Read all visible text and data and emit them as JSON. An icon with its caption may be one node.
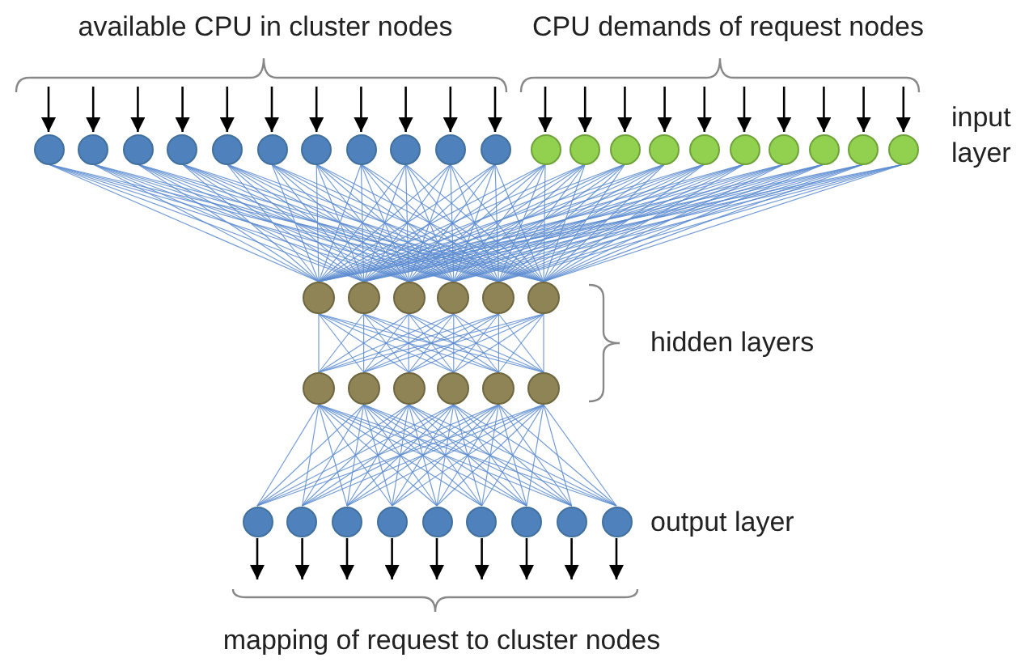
{
  "diagram": {
    "nodes": [
      {
        "text": [],
        "shape": "circle"
      },
      {
        "text": [],
        "shape": "circle"
      },
      {
        "text": [],
        "shape": "circle"
      },
      {
        "text": [],
        "shape": "circle"
      },
      {
        "text": [],
        "shape": "circle"
      },
      {
        "text": [],
        "shape": "circle"
      },
      {
        "text": [],
        "shape": "circle"
      },
      {
        "text": [],
        "shape": "circle"
      },
      {
        "text": [],
        "shape": "circle"
      },
      {
        "text": [],
        "shape": "circle"
      },
      {
        "text": [],
        "shape": "circle"
      },
      {
        "text": [],
        "shape": "circle"
      },
      {
        "text": [],
        "shape": "circle"
      },
      {
        "text": [],
        "shape": "circle"
      },
      {
        "text": [],
        "shape": "circle"
      },
      {
        "text": [],
        "shape": "circle"
      },
      {
        "text": [],
        "shape": "circle"
      },
      {
        "text": [],
        "shape": "circle"
      },
      {
        "text": [],
        "shape": "circle"
      },
      {
        "text": [],
        "shape": "circle"
      },
      {
        "text": [],
        "shape": "circle"
      },
      {
        "text": [],
        "shape": "circle"
      },
      {
        "text": [],
        "shape": "circle"
      },
      {
        "text": [],
        "shape": "circle"
      },
      {
        "text": [],
        "shape": "circle"
      },
      {
        "text": [],
        "shape": "circle"
      },
      {
        "text": [],
        "shape": "circle"
      },
      {
        "text": [],
        "shape": "circle"
      },
      {
        "text": [],
        "shape": "circle"
      },
      {
        "text": [],
        "shape": "circle"
      },
      {
        "text": [],
        "shape": "circle"
      },
      {
        "text": [],
        "shape": "circle"
      },
      {
        "text": [],
        "shape": "circle"
      },
      {
        "text": [],
        "shape": "circle"
      },
      {
        "text": [],
        "shape": "circle"
      },
      {
        "text": [],
        "shape": "circle"
      },
      {
        "text": [],
        "shape": "circle"
      },
      {
        "text": [],
        "shape": "circle"
      },
      {
        "text": [],
        "shape": "circle"
      },
      {
        "text": [],
        "shape": "circle"
      },
      {
        "text": [],
        "shape": "circle"
      },
      {
        "text": [],
        "shape": "circle"
      },
      {
        "text": [
          "mapping of request to cluster nodes"
        ]
      }
    ],
    "edges": [
      {
        "from": null,
        "to": 0,
        "arrow": "to",
        "color": "#000000"
      },
      {
        "from": null,
        "to": 1,
        "arrow": "to",
        "color": "#000000"
      },
      {
        "from": null,
        "to": 2,
        "arrow": "to",
        "color": "#000000"
      },
      {
        "from": null,
        "to": 3,
        "arrow": "to",
        "color": "#000000"
      },
      {
        "from": null,
        "to": 4,
        "arrow": "to",
        "color": "#000000"
      },
      {
        "from": null,
        "to": 5,
        "arrow": "to",
        "color": "#000000"
      },
      {
        "from": null,
        "to": 6,
        "arrow": "to",
        "color": "#000000"
      },
      {
        "from": null,
        "to": 7,
        "arrow": "to",
        "color": "#000000"
      },
      {
        "from": null,
        "to": 8,
        "arrow": "to",
        "color": "#000000"
      },
      {
        "from": null,
        "to": 9,
        "arrow": "to",
        "color": "#000000"
      },
      {
        "from": null,
        "to": 10,
        "arrow": "to",
        "color": "#000000"
      },
      {
        "from": null,
        "to": 11,
        "arrow": "to",
        "color": "#000000"
      },
      {
        "from": null,
        "to": 12,
        "arrow": "to",
        "color": "#000000"
      },
      {
        "from": null,
        "to": 13,
        "arrow": "to",
        "color": "#000000"
      },
      {
        "from": null,
        "to": 14,
        "arrow": "to",
        "color": "#000000"
      },
      {
        "from": null,
        "to": 15,
        "arrow": "to",
        "color": "#000000"
      },
      {
        "from": null,
        "to": 16,
        "arrow": "to",
        "color": "#000000"
      },
      {
        "from": null,
        "to": 17,
        "arrow": "to",
        "color": "#000000"
      },
      {
        "from": null,
        "to": 18,
        "arrow": "to",
        "color": "#000000"
      },
      {
        "from": null,
        "to": 19,
        "arrow": "to",
        "color": "#000000"
      },
      {
        "from": null,
        "to": 20,
        "arrow": "to",
        "color": "#000000"
      },
      {
        "from": 0,
        "to": 21,
        "arrow": "none"
      },
      {
        "from": 0,
        "to": 22,
        "arrow": "none"
      },
      {
        "from": 0,
        "to": 23,
        "arrow": "none"
      },
      {
        "from": 0,
        "to": 24,
        "arrow": "none"
      },
      {
        "from": 0,
        "to": 25,
        "arrow": "none"
      },
      {
        "from": 0,
        "to": 26,
        "arrow": "none"
      },
      {
        "from": 1,
        "to": 21,
        "arrow": "none"
      },
      {
        "from": 1,
        "to": 22,
        "arrow": "none"
      },
      {
        "from": 1,
        "to": 23,
        "arrow": "none"
      },
      {
        "from": 1,
        "to": 24,
        "arrow": "none"
      },
      {
        "from": 1,
        "to": 25,
        "arrow": "none"
      },
      {
        "from": 1,
        "to": 26,
        "arrow": "none"
      },
      {
        "from": 2,
        "to": 21,
        "arrow": "none"
      },
      {
        "from": 2,
        "to": 22,
        "arrow": "none"
      },
      {
        "from": 2,
        "to": 23,
        "arrow": "none"
      },
      {
        "from": 2,
        "to": 24,
        "arrow": "none"
      },
      {
        "from": 2,
        "to": 25,
        "arrow": "none"
      },
      {
        "from": 2,
        "to": 26,
        "arrow": "none"
      },
      {
        "from": 3,
        "to": 21,
        "arrow": "none"
      },
      {
        "from": 3,
        "to": 22,
        "arrow": "none"
      },
      {
        "from": 3,
        "to": 23,
        "arrow": "none"
      },
      {
        "from": 3,
        "to": 24,
        "arrow": "none"
      },
      {
        "from": 3,
        "to": 25,
        "arrow": "none"
      },
      {
        "from": 3,
        "to": 26,
        "arrow": "none"
      },
      {
        "from": 4,
        "to": 21,
        "arrow": "none"
      },
      {
        "from": 4,
        "to": 22,
        "arrow": "none"
      },
      {
        "from": 4,
        "to": 23,
        "arrow": "none"
      },
      {
        "from": 4,
        "to": 24,
        "arrow": "none"
      },
      {
        "from": 4,
        "to": 25,
        "arrow": "none"
      },
      {
        "from": 4,
        "to": 26,
        "arrow": "none"
      },
      {
        "from": 5,
        "to": 21,
        "arrow": "none"
      },
      {
        "from": 5,
        "to": 22,
        "arrow": "none"
      },
      {
        "from": 5,
        "to": 23,
        "arrow": "none"
      },
      {
        "from": 5,
        "to": 24,
        "arrow": "none"
      },
      {
        "from": 5,
        "to": 25,
        "arrow": "none"
      },
      {
        "from": 5,
        "to": 26,
        "arrow": "none"
      },
      {
        "from": 6,
        "to": 21,
        "arrow": "none"
      },
      {
        "from": 6,
        "to": 22,
        "arrow": "none"
      },
      {
        "from": 6,
        "to": 23,
        "arrow": "none"
      },
      {
        "from": 6,
        "to": 24,
        "arrow": "none"
      },
      {
        "from": 6,
        "to": 25,
        "arrow": "none"
      },
      {
        "from": 6,
        "to": 26,
        "arrow": "none"
      },
      {
        "from": 7,
        "to": 21,
        "arrow": "none"
      },
      {
        "from": 7,
        "to": 22,
        "arrow": "none"
      },
      {
        "from": 7,
        "to": 23,
        "arrow": "none"
      },
      {
        "from": 7,
        "to": 24,
        "arrow": "none"
      },
      {
        "from": 7,
        "to": 25,
        "arrow": "none"
      },
      {
        "from": 7,
        "to": 26,
        "arrow": "none"
      },
      {
        "from": 8,
        "to": 21,
        "arrow": "none"
      },
      {
        "from": 8,
        "to": 22,
        "arrow": "none"
      },
      {
        "from": 8,
        "to": 23,
        "arrow": "none"
      },
      {
        "from": 8,
        "to": 24,
        "arrow": "none"
      },
      {
        "from": 8,
        "to": 25,
        "arrow": "none"
      },
      {
        "from": 8,
        "to": 26,
        "arrow": "none"
      },
      {
        "from": 9,
        "to": 21,
        "arrow": "none"
      },
      {
        "from": 9,
        "to": 22,
        "arrow": "none"
      },
      {
        "from": 9,
        "to": 23,
        "arrow": "none"
      },
      {
        "from": 9,
        "to": 24,
        "arrow": "none"
      },
      {
        "from": 9,
        "to": 25,
        "arrow": "none"
      },
      {
        "from": 9,
        "to": 26,
        "arrow": "none"
      },
      {
        "from": 10,
        "to": 21,
        "arrow": "none"
      },
      {
        "from": 10,
        "to": 22,
        "arrow": "none"
      },
      {
        "from": 10,
        "to": 23,
        "arrow": "none"
      },
      {
        "from": 10,
        "to": 24,
        "arrow": "none"
      },
      {
        "from": 10,
        "to": 25,
        "arrow": "none"
      },
      {
        "from": 10,
        "to": 26,
        "arrow": "none"
      },
      {
        "from": 11,
        "to": 21,
        "arrow": "none"
      },
      {
        "from": 11,
        "to": 22,
        "arrow": "none"
      },
      {
        "from": 11,
        "to": 23,
        "arrow": "none"
      },
      {
        "from": 11,
        "to": 24,
        "arrow": "none"
      },
      {
        "from": 11,
        "to": 25,
        "arrow": "none"
      },
      {
        "from": 11,
        "to": 26,
        "arrow": "none"
      },
      {
        "from": 12,
        "to": 21,
        "arrow": "none"
      },
      {
        "from": 12,
        "to": 22,
        "arrow": "none"
      },
      {
        "from": 12,
        "to": 23,
        "arrow": "none"
      },
      {
        "from": 12,
        "to": 24,
        "arrow": "none"
      },
      {
        "from": 12,
        "to": 25,
        "arrow": "none"
      },
      {
        "from": 12,
        "to": 26,
        "arrow": "none"
      },
      {
        "from": 13,
        "to": 21,
        "arrow": "none"
      },
      {
        "from": 13,
        "to": 22,
        "arrow": "none"
      },
      {
        "from": 13,
        "to": 23,
        "arrow": "none"
      },
      {
        "from": 13,
        "to": 24,
        "arrow": "none"
      },
      {
        "from": 13,
        "to": 25,
        "arrow": "none"
      },
      {
        "from": 13,
        "to": 26,
        "arrow": "none"
      },
      {
        "from": 14,
        "to": 21,
        "arrow": "none"
      },
      {
        "from": 14,
        "to": 22,
        "arrow": "none"
      },
      {
        "from": 14,
        "to": 23,
        "arrow": "none"
      },
      {
        "from": 14,
        "to": 24,
        "arrow": "none"
      },
      {
        "from": 14,
        "to": 25,
        "arrow": "none"
      },
      {
        "from": 14,
        "to": 26,
        "arrow": "none"
      },
      {
        "from": 15,
        "to": 21,
        "arrow": "none"
      },
      {
        "from": 15,
        "to": 22,
        "arrow": "none"
      },
      {
        "from": 15,
        "to": 23,
        "arrow": "none"
      },
      {
        "from": 15,
        "to": 24,
        "arrow": "none"
      },
      {
        "from": 15,
        "to": 25,
        "arrow": "none"
      },
      {
        "from": 15,
        "to": 26,
        "arrow": "none"
      },
      {
        "from": 16,
        "to": 21,
        "arrow": "none"
      },
      {
        "from": 16,
        "to": 22,
        "arrow": "none"
      },
      {
        "from": 16,
        "to": 23,
        "arrow": "none"
      },
      {
        "from": 16,
        "to": 24,
        "arrow": "none"
      },
      {
        "from": 16,
        "to": 25,
        "arrow": "none"
      },
      {
        "from": 16,
        "to": 26,
        "arrow": "none"
      },
      {
        "from": 17,
        "to": 21,
        "arrow": "none"
      },
      {
        "from": 17,
        "to": 22,
        "arrow": "none"
      },
      {
        "from": 17,
        "to": 23,
        "arrow": "none"
      },
      {
        "from": 17,
        "to": 24,
        "arrow": "none"
      },
      {
        "from": 17,
        "to": 25,
        "arrow": "none"
      },
      {
        "from": 17,
        "to": 26,
        "arrow": "none"
      },
      {
        "from": 18,
        "to": 21,
        "arrow": "none"
      },
      {
        "from": 18,
        "to": 22,
        "arrow": "none"
      },
      {
        "from": 18,
        "to": 23,
        "arrow": "none"
      },
      {
        "from": 18,
        "to": 24,
        "arrow": "none"
      },
      {
        "from": 18,
        "to": 25,
        "arrow": "none"
      },
      {
        "from": 18,
        "to": 26,
        "arrow": "none"
      },
      {
        "from": 19,
        "to": 21,
        "arrow": "none"
      },
      {
        "from": 19,
        "to": 22,
        "arrow": "none"
      },
      {
        "from": 19,
        "to": 23,
        "arrow": "none"
      },
      {
        "from": 19,
        "to": 24,
        "arrow": "none"
      },
      {
        "from": 19,
        "to": 25,
        "arrow": "none"
      },
      {
        "from": 19,
        "to": 26,
        "arrow": "none"
      },
      {
        "from": 20,
        "to": 21,
        "arrow": "none"
      },
      {
        "from": 20,
        "to": 22,
        "arrow": "none"
      },
      {
        "from": 20,
        "to": 23,
        "arrow": "none"
      },
      {
        "from": 20,
        "to": 24,
        "arrow": "none"
      },
      {
        "from": 20,
        "to": 25,
        "arrow": "none"
      },
      {
        "from": 20,
        "to": 26,
        "arrow": "none"
      },
      {
        "from": 21,
        "to": 27,
        "arrow": "none"
      },
      {
        "from": 21,
        "to": 28,
        "arrow": "none"
      },
      {
        "from": 21,
        "to": 29,
        "arrow": "none"
      },
      {
        "from": 21,
        "to": 30,
        "arrow": "none"
      },
      {
        "from": 21,
        "to": 31,
        "arrow": "none"
      },
      {
        "from": 21,
        "to": 32,
        "arrow": "none"
      },
      {
        "from": 22,
        "to": 27,
        "arrow": "none"
      },
      {
        "from": 22,
        "to": 28,
        "arrow": "none"
      },
      {
        "from": 22,
        "to": 29,
        "arrow": "none"
      },
      {
        "from": 22,
        "to": 30,
        "arrow": "none"
      },
      {
        "from": 22,
        "to": 31,
        "arrow": "none"
      },
      {
        "from": 22,
        "to": 32,
        "arrow": "none"
      },
      {
        "from": 23,
        "to": 27,
        "arrow": "none"
      },
      {
        "from": 23,
        "to": 28,
        "arrow": "none"
      },
      {
        "from": 23,
        "to": 29,
        "arrow": "none"
      },
      {
        "from": 23,
        "to": 30,
        "arrow": "none"
      },
      {
        "from": 23,
        "to": 31,
        "arrow": "none"
      },
      {
        "from": 23,
        "to": 32,
        "arrow": "none"
      },
      {
        "from": 24,
        "to": 27,
        "arrow": "none"
      },
      {
        "from": 24,
        "to": 28,
        "arrow": "none"
      },
      {
        "from": 24,
        "to": 29,
        "arrow": "none"
      },
      {
        "from": 24,
        "to": 30,
        "arrow": "none"
      },
      {
        "from": 24,
        "to": 31,
        "arrow": "none"
      },
      {
        "from": 24,
        "to": 32,
        "arrow": "none"
      },
      {
        "from": 25,
        "to": 27,
        "arrow": "none"
      },
      {
        "from": 25,
        "to": 28,
        "arrow": "none"
      },
      {
        "from": 25,
        "to": 29,
        "arrow": "none"
      },
      {
        "from": 25,
        "to": 30,
        "arrow": "none"
      },
      {
        "from": 25,
        "to": 31,
        "arrow": "none"
      },
      {
        "from": 25,
        "to": 32,
        "arrow": "none"
      },
      {
        "from": 26,
        "to": 27,
        "arrow": "none"
      },
      {
        "from": 26,
        "to": 28,
        "arrow": "none"
      },
      {
        "from": 26,
        "to": 29,
        "arrow": "none"
      },
      {
        "from": 26,
        "to": 30,
        "arrow": "none"
      },
      {
        "from": 26,
        "to": 31,
        "arrow": "none"
      },
      {
        "from": 26,
        "to": 32,
        "arrow": "none"
      },
      {
        "from": 27,
        "to": 33,
        "arrow": "none"
      },
      {
        "from": 27,
        "to": 34,
        "arrow": "none"
      },
      {
        "from": 27,
        "to": 35,
        "arrow": "none"
      },
      {
        "from": 27,
        "to": 36,
        "arrow": "none"
      },
      {
        "from": 27,
        "to": 37,
        "arrow": "none"
      },
      {
        "from": 27,
        "to": 38,
        "arrow": "none"
      },
      {
        "from": 27,
        "to": 39,
        "arrow": "none"
      },
      {
        "from": 27,
        "to": 40,
        "arrow": "none"
      },
      {
        "from": 27,
        "to": 41,
        "arrow": "none"
      },
      {
        "from": 28,
        "to": 33,
        "arrow": "none"
      },
      {
        "from": 28,
        "to": 34,
        "arrow": "none"
      },
      {
        "from": 28,
        "to": 35,
        "arrow": "none"
      },
      {
        "from": 28,
        "to": 36,
        "arrow": "none"
      },
      {
        "from": 28,
        "to": 37,
        "arrow": "none"
      },
      {
        "from": 28,
        "to": 38,
        "arrow": "none"
      },
      {
        "from": 28,
        "to": 39,
        "arrow": "none"
      },
      {
        "from": 28,
        "to": 40,
        "arrow": "none"
      },
      {
        "from": 28,
        "to": 41,
        "arrow": "none"
      },
      {
        "from": 29,
        "to": 33,
        "arrow": "none"
      },
      {
        "from": 29,
        "to": 34,
        "arrow": "none"
      },
      {
        "from": 29,
        "to": 35,
        "arrow": "none"
      },
      {
        "from": 29,
        "to": 36,
        "arrow": "none"
      },
      {
        "from": 29,
        "to": 37,
        "arrow": "none"
      },
      {
        "from": 29,
        "to": 38,
        "arrow": "none"
      },
      {
        "from": 29,
        "to": 39,
        "arrow": "none"
      },
      {
        "from": 29,
        "to": 40,
        "arrow": "none"
      },
      {
        "from": 29,
        "to": 41,
        "arrow": "none"
      },
      {
        "from": 30,
        "to": 33,
        "arrow": "none"
      },
      {
        "from": 30,
        "to": 34,
        "arrow": "none"
      },
      {
        "from": 30,
        "to": 35,
        "arrow": "none"
      },
      {
        "from": 30,
        "to": 36,
        "arrow": "none"
      },
      {
        "from": 30,
        "to": 37,
        "arrow": "none"
      },
      {
        "from": 30,
        "to": 38,
        "arrow": "none"
      },
      {
        "from": 30,
        "to": 39,
        "arrow": "none"
      },
      {
        "from": 30,
        "to": 40,
        "arrow": "none"
      },
      {
        "from": 30,
        "to": 41,
        "arrow": "none"
      },
      {
        "from": 31,
        "to": 33,
        "arrow": "none"
      },
      {
        "from": 31,
        "to": 34,
        "arrow": "none"
      },
      {
        "from": 31,
        "to": 35,
        "arrow": "none"
      },
      {
        "from": 31,
        "to": 36,
        "arrow": "none"
      },
      {
        "from": 31,
        "to": 37,
        "arrow": "none"
      },
      {
        "from": 31,
        "to": 38,
        "arrow": "none"
      },
      {
        "from": 31,
        "to": 39,
        "arrow": "none"
      },
      {
        "from": 31,
        "to": 40,
        "arrow": "none"
      },
      {
        "from": 31,
        "to": 41,
        "arrow": "none"
      },
      {
        "from": 32,
        "to": 33,
        "arrow": "none"
      },
      {
        "from": 32,
        "to": 34,
        "arrow": "none"
      },
      {
        "from": 32,
        "to": 35,
        "arrow": "none"
      },
      {
        "from": 32,
        "to": 36,
        "arrow": "none"
      },
      {
        "from": 32,
        "to": 37,
        "arrow": "none"
      },
      {
        "from": 32,
        "to": 38,
        "arrow": "none"
      },
      {
        "from": 32,
        "to": 39,
        "arrow": "none"
      },
      {
        "from": 32,
        "to": 40,
        "arrow": "none"
      },
      {
        "from": 32,
        "to": 41,
        "arrow": "none"
      },
      {
        "from": 33,
        "to": 42,
        "arrow": "to",
        "color": "#000000"
      },
      {
        "from": 34,
        "to": 42,
        "arrow": "to",
        "color": "#000000"
      },
      {
        "from": 35,
        "to": 42,
        "arrow": "to",
        "color": "#000000"
      },
      {
        "from": 36,
        "to": 42,
        "arrow": "to",
        "color": "#000000"
      },
      {
        "from": 37,
        "to": 42,
        "arrow": "to",
        "color": "#000000"
      },
      {
        "from": 38,
        "to": 42,
        "arrow": "to",
        "color": "#000000"
      },
      {
        "from": 39,
        "to": 42,
        "arrow": "to",
        "color": "#000000"
      },
      {
        "from": 40,
        "to": 42,
        "arrow": "to",
        "color": "#000000"
      },
      {
        "from": 41,
        "to": 42,
        "arrow": "to",
        "color": "#000000"
      }
    ],
    "labels": [
      "available CPU in cluster nodes",
      "CPU demands of request nodes",
      "input layer",
      "hidden layers",
      "output layer"
    ]
  }
}
